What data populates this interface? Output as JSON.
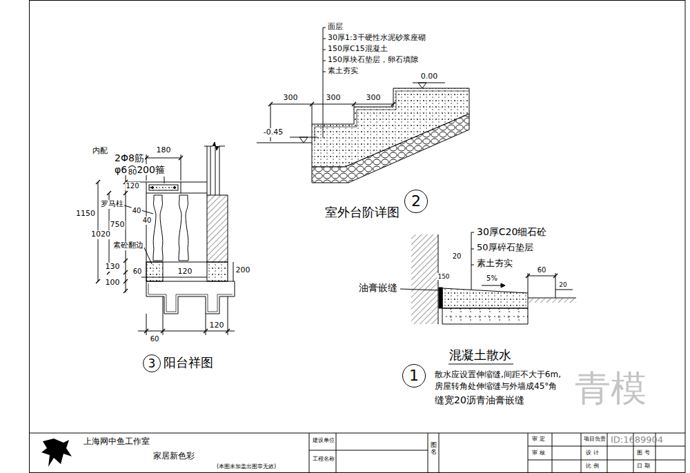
{
  "diagram": {
    "nodes": [
      {
        "text": [
          "2"
        ]
      },
      {
        "text": [
          "3"
        ]
      },
      {
        "text": [
          "1"
        ]
      }
    ],
    "labels": [
      "面层",
      "30厚1:3干硬性水泥砂浆座砌",
      "150厚C15混凝土",
      "150厚块石垫层，卵石填隙",
      "素土夯实",
      "0.00",
      "300",
      "300",
      "300",
      "-0.45",
      "室外台阶详图",
      "30厚C20细石砼",
      "50厚碎石垫层",
      "素土夯实",
      "20",
      "油膏嵌缝",
      "150",
      "5%",
      "60",
      "20",
      "混凝土散水",
      "散水应设置伸缩缝,间距不大于6m,",
      "房屋转角处伸缩缝与外墙成45°角",
      "缝宽20沥青油膏嵌缝",
      "内配",
      "2Φ8筋",
      "φ6@200箍",
      "180",
      "80",
      "120",
      "1150",
      "罗马柱",
      "40",
      "40",
      "1020",
      "750",
      "素砼翻边",
      "130",
      "60",
      "120",
      "200",
      "100",
      "60",
      "120",
      "阳台祥图",
      "上海网中鱼工作室",
      "家居新色彩",
      "(本图未加盖出图章无效)",
      "建设单位",
      "工程名称",
      "图名",
      "审 定",
      "项目负责",
      "审 核",
      "设 计",
      "图 号",
      "比 例",
      "日 期",
      "青模",
      "ID:1689904"
    ]
  }
}
